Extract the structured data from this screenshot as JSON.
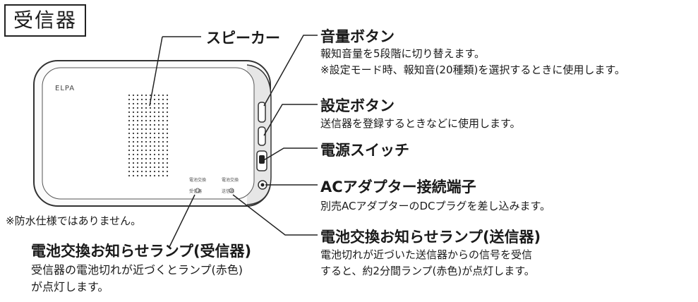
{
  "title": "受信器",
  "device_brand": "ELPA",
  "device_lamp_labels": [
    {
      "line1": "電池交換",
      "line2": "受信器"
    },
    {
      "line1": "電池交換",
      "line2": "送信器"
    }
  ],
  "callouts": {
    "speaker": {
      "heading": "スピーカー"
    },
    "volume": {
      "heading": "音量ボタン",
      "lines": [
        "報知音量を5段階に切り替えます。",
        "※設定モード時、報知音(20種類)を選択するときに使用します。"
      ]
    },
    "setting": {
      "heading": "設定ボタン",
      "lines": [
        "送信器を登録するときなどに使用します。"
      ]
    },
    "power": {
      "heading": "電源スイッチ"
    },
    "ac": {
      "heading": "ACアダプター接続端子",
      "lines": [
        "別売ACアダプターのDCプラグを差し込みます。"
      ]
    },
    "lamp_sender": {
      "heading": "電池交換お知らせランプ(送信器)",
      "lines": [
        "電池切れが近づいた送信器からの信号を受信",
        "すると、約2分間ランプ(赤色)が点灯します。"
      ]
    },
    "lamp_receiver": {
      "heading": "電池交換お知らせランプ(受信器)",
      "lines": [
        "受信器の電池切れが近づくとランプ(赤色)",
        "が点灯します。"
      ]
    }
  },
  "note": "※防水仕様ではありません。"
}
